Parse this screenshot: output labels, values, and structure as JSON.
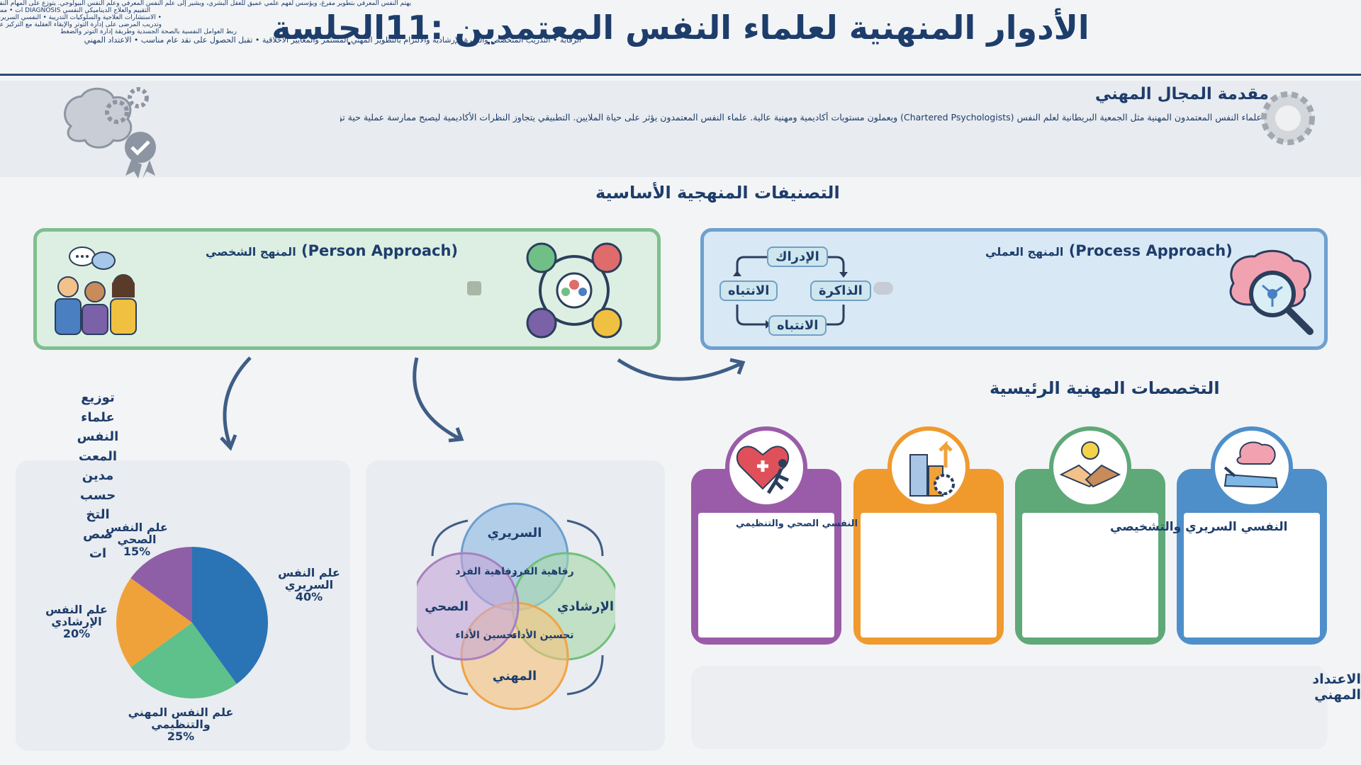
{
  "header": {
    "title": "الأدوار المنهنية لعلماء النفس المعتمدين :11الجلسة"
  },
  "intro": {
    "title": "مقدمة المجال المهني",
    "text": "علماء النفس المعتمدون المهنية مثل الجمعية البريطانية لعلم النفس (Chartered Psychologists) ويعملون مستويات أكاديمية ومهنية عالية. علماء النفس المعتمدون يؤثر على حياة الملايين. التطبيقي يتجاوز النظرات الأكاديمية ليصبح ممارسة عملية حية تؤثر على حياة الملايين"
  },
  "methods": {
    "title": "التصنيفات المنهجية الأساسية",
    "person": {
      "title_en": "(Person Approach)",
      "title_ar": "المنهج الشخصي"
    },
    "process": {
      "title_en": "(Process Approach)",
      "title_ar": "المنهج العملي",
      "text": "يهتم النفس المعرفي بتطوير مفرغ، ويؤسس لفهم علمي عميق للعقل البشري، ويشير إلى علم النفس المعرفي وعلم النفس البيولوجي. يتوزع على المهام النفسية الأساسية مثل الدراسة، والذاكرة، والانتباه",
      "cycle": [
        "الإدراك",
        "الذاكرة",
        "الانتباه",
        "الانتباه"
      ]
    }
  },
  "venn": {
    "circles": [
      "السريري",
      "الإرشادي",
      "المهني",
      "الصحي"
    ],
    "overlaps": [
      "رفاهية الفرد",
      "رفاهية الفرد",
      "تحسين الأداء",
      "تحسين الأداء"
    ]
  },
  "pie": {
    "title": "توزيع علماء النفس المعتمدين حسب التخصصات",
    "title_lines": [
      "توزيع",
      "علماء",
      "النفس",
      "المعت",
      "مدين",
      "حسب",
      "التخ",
      "صص",
      "ات"
    ],
    "labels": [
      {
        "name": "علم النفس السريري",
        "pct": "40%"
      },
      {
        "name": "علم النفس المهني والتنظيمي",
        "pct": "25%"
      },
      {
        "name": "علم النفس الإرشادي",
        "pct": "20%"
      },
      {
        "name": "علم النفس الصحي",
        "pct": "15%"
      }
    ]
  },
  "chart_data": {
    "type": "pie",
    "title": "توزيع علماء النفس المعتمدين حسب التخصصات",
    "categories": [
      "علم النفس السريري",
      "علم النفس المهني والتنظيمي",
      "علم النفس الإرشادي",
      "علم النفس الصحي"
    ],
    "values": [
      40,
      25,
      20,
      15
    ],
    "colors": [
      "#2a73b5",
      "#5ec08a",
      "#f0a23a",
      "#8e5fa6"
    ]
  },
  "specialties": {
    "title": "التخصصات المهنية الرئيسية",
    "cards": [
      {
        "label": "النفسي السريري والتشخيصي",
        "text": "التقييم والعلاج الديناميكي النفسي DIAGNOSIS ات • مساعدة الأفراد على مواجهة التحديات الحياتية العصبية",
        "color": "#4e8fc9"
      },
      {
        "label": "",
        "text": "• الاستشارات العلاجية والسلوكيات التدريبة • النفسي السريري والتشخيصي والعلاج النفسي/الاجتماعي",
        "color": "#5fa878"
      },
      {
        "label": "",
        "text": "وتدريب المرضى على إدارة التوتر والإبقاء العقلية مع التركيز على التزامهم بالعلاج",
        "color": "#f09a2e"
      },
      {
        "label": "النفسي الصحي والتنظيمي",
        "text": "ربط العوامل النفسية بالصحة الجسدية وطريقة إدارة التوتر والضغط",
        "color": "#9a5ca8"
      }
    ]
  },
  "training": {
    "title": "الاعتداد المهني",
    "text": "الرقابة • التدريب المتخصص والخبرة الإرشادية والالتزام بالتطوير المهني المستمر والمعايير الأخلاقية • تقبل الحصول على نقد عام مناسب • الاعتداد المهني"
  },
  "colors": {
    "navy": "#1d3d6b",
    "green": "#7fbf8f",
    "blue": "#6ea0cf",
    "purple": "#9a5ca8",
    "orange": "#f09a2e",
    "teal": "#5fa878"
  },
  "icons": [
    "brain-gears-icon",
    "gear-icon",
    "team-icon",
    "network-people-icon",
    "brain-magnifier-icon",
    "heart-runner-icon",
    "city-gear-icon",
    "handshake-icon",
    "brain-couch-icon"
  ]
}
